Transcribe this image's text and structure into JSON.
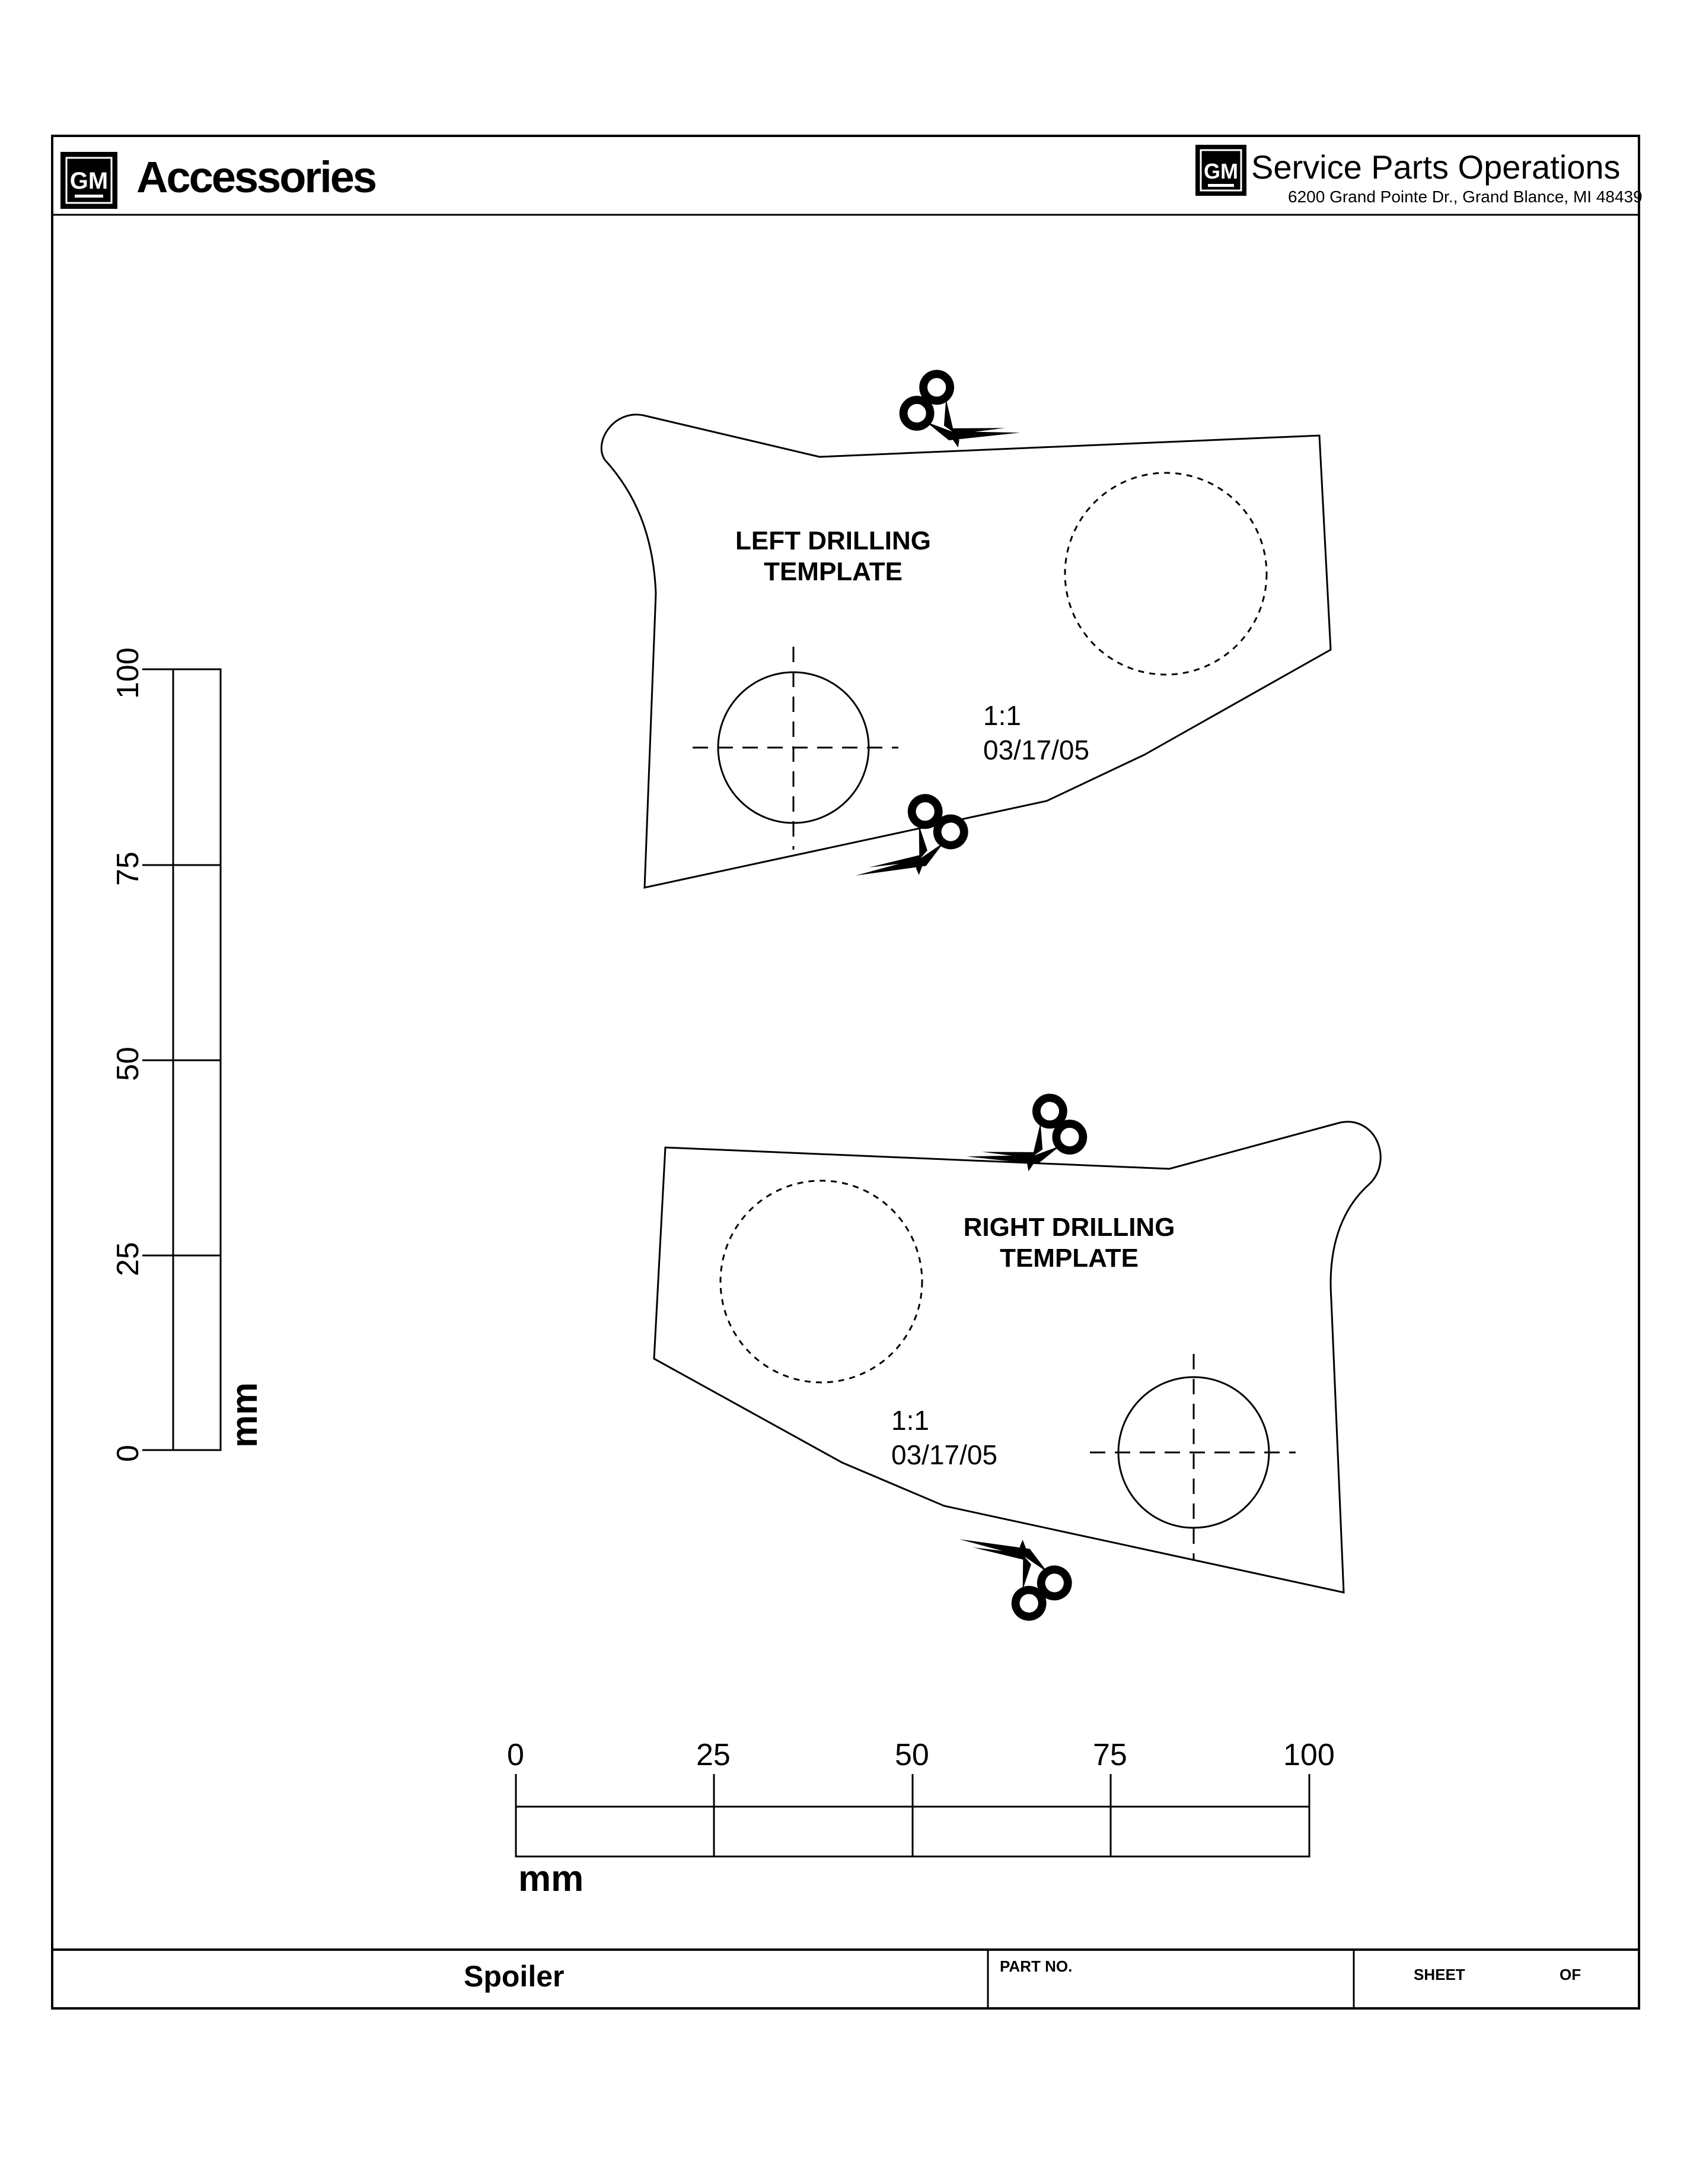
{
  "header": {
    "brand_logo_text": "GM",
    "accessories": "Accessories",
    "spo_logo_text": "GM",
    "spo_title": "Service Parts Operations",
    "spo_address": "6200 Grand Pointe Dr., Grand Blance, MI 48439"
  },
  "left_template": {
    "title": "LEFT DRILLING\nTEMPLATE",
    "scale": "1:1",
    "date": "03/17/05"
  },
  "right_template": {
    "title": "RIGHT DRILLING\nTEMPLATE",
    "scale": "1:1",
    "date": "03/17/05"
  },
  "scales": {
    "unit": "mm",
    "ticks": [
      "0",
      "25",
      "50",
      "75",
      "100"
    ]
  },
  "title_block": {
    "title": "Spoiler",
    "part_no_label": "PART NO.",
    "sheet_label": "SHEET",
    "of_label": "OF"
  },
  "colors": {
    "ink": "#000000",
    "paper": "#ffffff"
  }
}
